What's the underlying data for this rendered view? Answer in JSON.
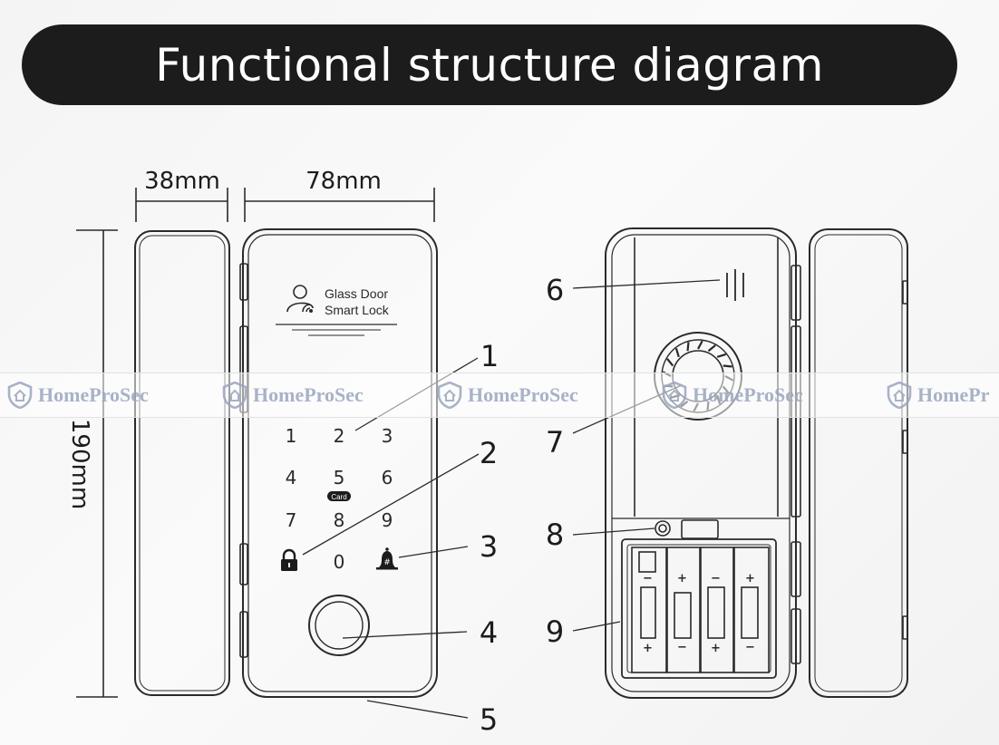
{
  "title": "Functional structure diagram",
  "dimensions": {
    "depth": "38mm",
    "width": "78mm",
    "height": "190mm"
  },
  "panel": {
    "brand_line1": "Glass Door",
    "brand_line2": "Smart Lock",
    "card_tag": "Card"
  },
  "keypad": [
    "1",
    "2",
    "3",
    "4",
    "5",
    "6",
    "7",
    "8",
    "9",
    "0"
  ],
  "callouts": [
    "1",
    "2",
    "3",
    "4",
    "5",
    "6",
    "7",
    "8",
    "9"
  ],
  "watermark": {
    "text": "HomeProSec",
    "text_partial": "HomePr"
  },
  "colors": {
    "banner": "#1c1c1c",
    "line": "#2a2a2a",
    "watermark": "#9aa6bf"
  }
}
